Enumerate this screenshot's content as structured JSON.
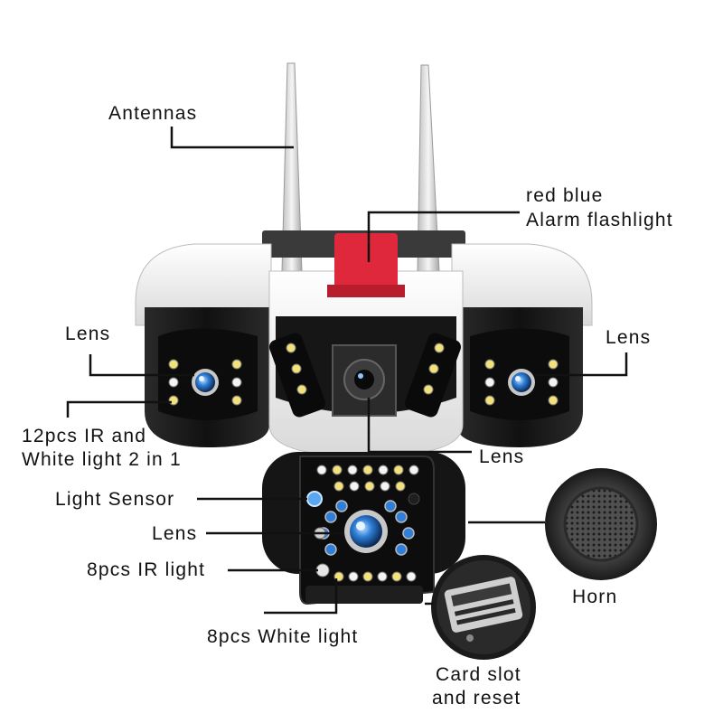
{
  "labels": {
    "antennas": "Antennas",
    "alarm_line1": "red blue",
    "alarm_line2": "Alarm flashlight",
    "lens_left": "Lens",
    "lens_right": "Lens",
    "ir_white_line1": "12pcs IR and",
    "ir_white_line2": "White light 2 in 1",
    "lens_center": "Lens",
    "light_sensor": "Light Sensor",
    "lens_bottom": "Lens",
    "ir_light": "8pcs IR light",
    "white_light": "8pcs White light",
    "horn": "Horn",
    "card_line1": "Card slot",
    "card_line2": "and reset"
  },
  "colors": {
    "housing_white": "#f2f2f2",
    "housing_black": "#1a1a1a",
    "alarm_red": "#e0283c",
    "lens_blue": "#2f7fd8",
    "led_yellow": "#f3e27a",
    "sensor_blue": "#5aa6f0",
    "callout_line": "#111111"
  }
}
